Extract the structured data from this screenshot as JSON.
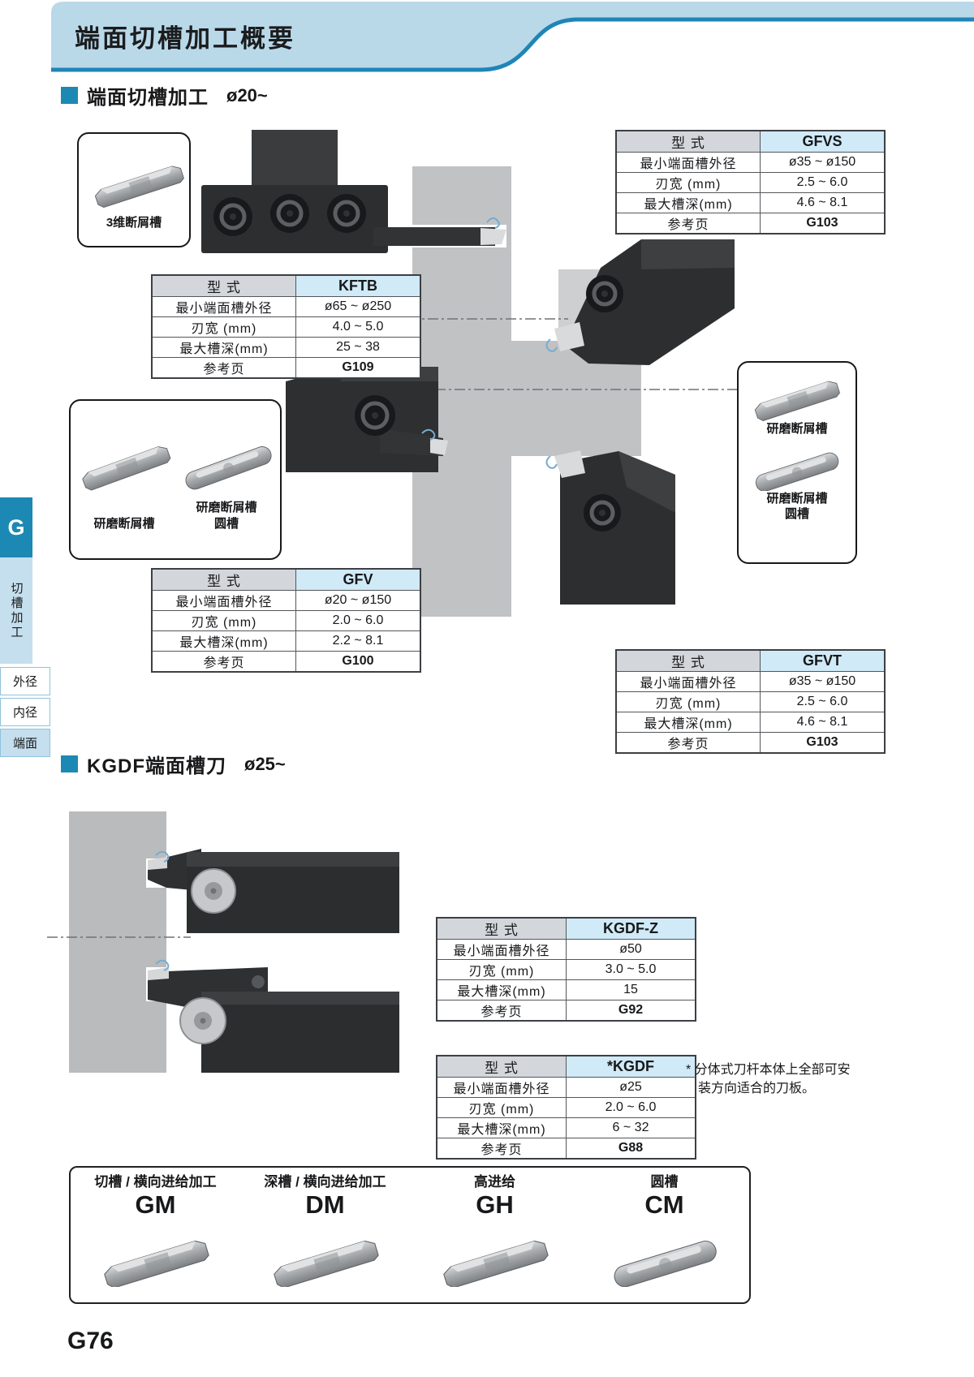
{
  "banner": {
    "title": "端面切槽加工概要"
  },
  "page_number": "G76",
  "sidebar": {
    "letter": "G",
    "group": "切槽加工",
    "tabs": [
      {
        "label": "外径"
      },
      {
        "label": "内径"
      },
      {
        "label": "端面"
      }
    ]
  },
  "sections": {
    "face_grooving": {
      "title": "端面切槽加工",
      "diameter": "ø20~"
    },
    "kgdf": {
      "title": "KGDF端面槽刀",
      "diameter": "ø25~"
    }
  },
  "spec_labels": {
    "model": "型  式",
    "min_od": "最小端面槽外径",
    "width": "刃宽 (mm)",
    "depth": "最大槽深(mm)",
    "page": "参考页"
  },
  "tables": {
    "kftb": {
      "model": "KFTB",
      "min_od": "ø65 ~ ø250",
      "width": "4.0 ~ 5.0",
      "depth": "25 ~ 38",
      "page": "G109"
    },
    "gfvs": {
      "model": "GFVS",
      "min_od": "ø35 ~ ø150",
      "width": "2.5 ~ 6.0",
      "depth": "4.6 ~ 8.1",
      "page": "G103"
    },
    "gfv": {
      "model": "GFV",
      "min_od": "ø20 ~ ø150",
      "width": "2.0 ~ 6.0",
      "depth": "2.2 ~ 8.1",
      "page": "G100"
    },
    "gfvt": {
      "model": "GFVT",
      "min_od": "ø35 ~ ø150",
      "width": "2.5 ~ 6.0",
      "depth": "4.6 ~ 8.1",
      "page": "G103"
    },
    "kgdfz": {
      "model": "KGDF-Z",
      "min_od": "ø50",
      "width": "3.0 ~ 5.0",
      "depth": "15",
      "page": "G92"
    },
    "kgdf": {
      "model": "*KGDF",
      "min_od": "ø25",
      "width": "2.0 ~ 6.0",
      "depth": "6 ~ 32",
      "page": "G88"
    }
  },
  "insert_labels": {
    "three_d": "3维断屑槽",
    "ground": "研磨断屑槽",
    "ground_round_line1": "研磨断屑槽",
    "ground_round_line2": "圆槽"
  },
  "footnote": {
    "line1": "* 分体式刀杆本体上全部可安",
    "line2": "装方向适合的刀板。"
  },
  "chipbreakers": [
    {
      "use": "切槽 / 横向进给加工",
      "code": "GM"
    },
    {
      "use": "深槽 / 横向进给加工",
      "code": "DM"
    },
    {
      "use": "高进给",
      "code": "GH"
    },
    {
      "use": "圆槽",
      "code": "CM"
    }
  ],
  "colors": {
    "banner_bg": "#b9d9e9",
    "banner_line": "#1f85b7",
    "accent": "#1b89b4",
    "table_header_gray": "#d3d6da",
    "table_model_blue": "#d0eaf7",
    "sidebar_blue": "#c5dfee"
  }
}
